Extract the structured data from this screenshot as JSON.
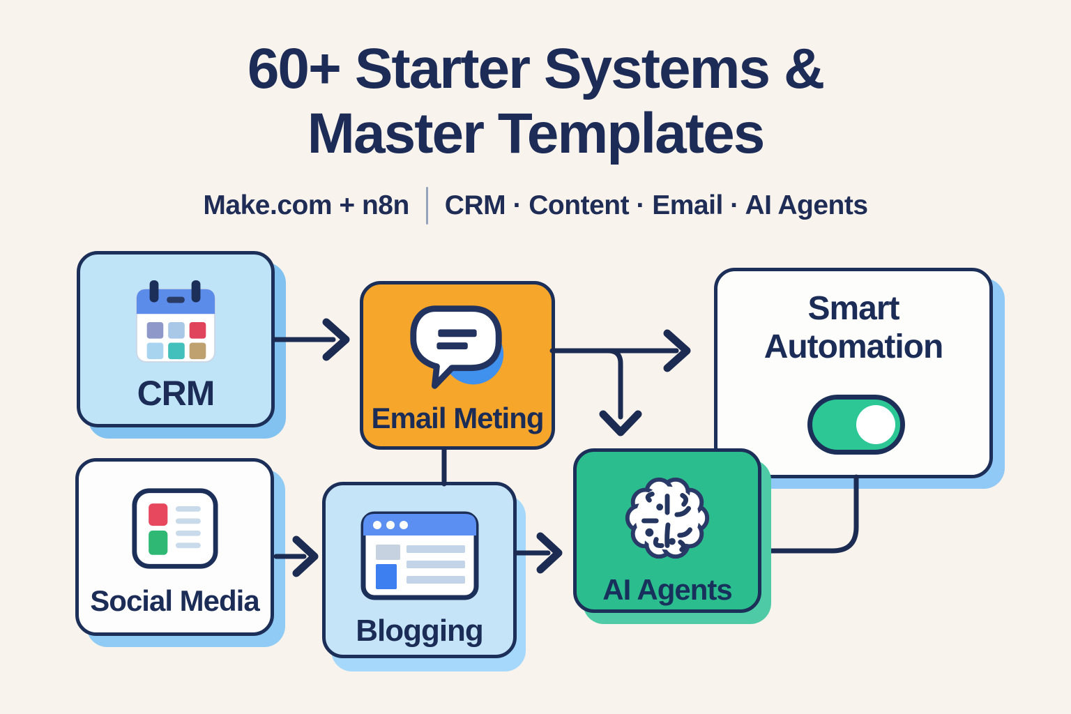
{
  "title": {
    "line1": "60+ Starter Systems &",
    "line2": "Master Templates"
  },
  "subtitle": {
    "left": "Make.com + n8n",
    "divider": "|",
    "right": "CRM · Content · Email · AI Agents"
  },
  "nodes": {
    "crm": {
      "label": "CRM",
      "icon": "calendar-icon",
      "fill": "#bfe4f7",
      "shadow": "#82c2f0"
    },
    "social_media": {
      "label": "Social Media",
      "icon": "feed-icon",
      "fill": "#fdfdfd",
      "shadow": "#8fcbf4"
    },
    "email_meting": {
      "label": "Email Meting",
      "icon": "chat-bubble-icon",
      "fill": "#f5a62b",
      "shadow": "none"
    },
    "blogging": {
      "label": "Blogging",
      "icon": "browser-icon",
      "fill": "#c5e4f7",
      "shadow": "#a6d8fb"
    },
    "ai_agents": {
      "label": "AI Agents",
      "icon": "brain-icon",
      "fill": "#2cbd8e",
      "shadow": "#4ecba6"
    },
    "smart_automation": {
      "label": "Smart Automation",
      "icon": "toggle-on-icon",
      "fill": "#fdfdfc",
      "shadow": "#90c9f6",
      "toggle_state": "on"
    }
  },
  "connections": [
    {
      "from": "CRM",
      "to": "Email Meting",
      "type": "arrow"
    },
    {
      "from": "Social Media",
      "to": "Blogging",
      "type": "arrow"
    },
    {
      "from": "Email Meting",
      "to": "Smart Automation",
      "type": "arrow"
    },
    {
      "from": "Email Meting",
      "to": "AI Agents",
      "type": "arrow"
    },
    {
      "from": "Email Meting",
      "to": "Blogging",
      "type": "line"
    },
    {
      "from": "Blogging",
      "to": "AI Agents",
      "type": "arrow"
    },
    {
      "from": "AI Agents",
      "to": "Smart Automation",
      "type": "line"
    }
  ],
  "colors": {
    "background": "#f8f3ec",
    "navy_text": "#1d2b57",
    "navy_border": "#1c2f58",
    "wire": "#1c2b52",
    "light_blue_fill": "#bfe4f7",
    "blue_shadow": "#82c2f0",
    "amber_fill": "#f5a62b",
    "green_fill": "#2cbd8e",
    "toggle_green": "#2cc795",
    "bubble_shadow_blue": "#4090ee"
  }
}
